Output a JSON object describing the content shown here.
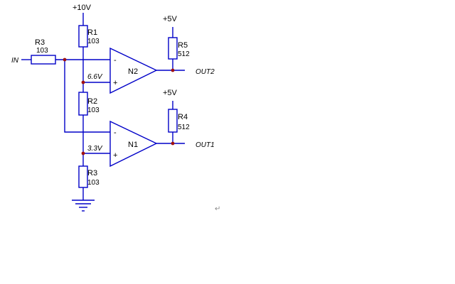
{
  "supply": {
    "main": "+10V",
    "pull_top": "+5V",
    "pull_bottom": "+5V"
  },
  "input_label": "IN",
  "resistors": {
    "r_in": {
      "name": "R3",
      "value": "103"
    },
    "r1": {
      "name": "R1",
      "value": "103"
    },
    "r2": {
      "name": "R2",
      "value": "103"
    },
    "r3": {
      "name": "R3",
      "value": "103"
    },
    "r5": {
      "name": "R5",
      "value": "512"
    },
    "r4": {
      "name": "R4",
      "value": "512"
    }
  },
  "amps": {
    "top": {
      "name": "N2",
      "minus": "-",
      "plus": "+",
      "ref": "6.6V",
      "output": "OUT2"
    },
    "bottom": {
      "name": "N1",
      "minus": "-",
      "plus": "+",
      "ref": "3.3V",
      "output": "OUT1"
    }
  },
  "return_mark": "↵",
  "colors": {
    "wire": "#0000c8",
    "junction": "#a01010",
    "text": "#000000"
  }
}
